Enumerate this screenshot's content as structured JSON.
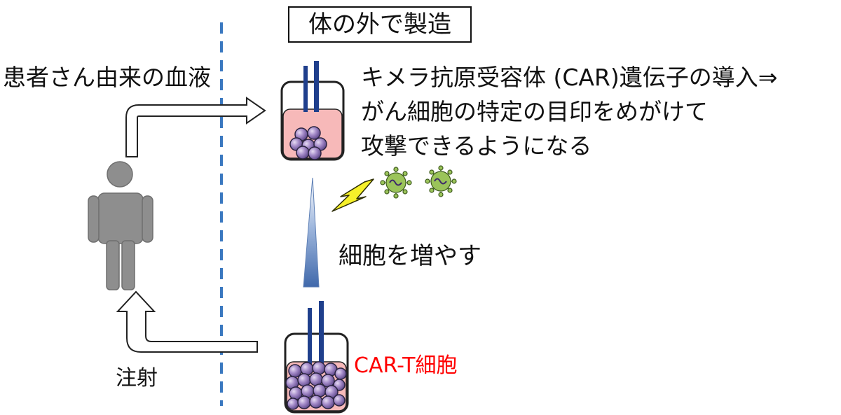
{
  "title": "体の外で製造",
  "patient_blood_label": "患者さん由来の血液",
  "description_lines": [
    "キメラ抗原受容体 (CAR)遺伝子の導入⇒",
    "がん細胞の特定の目印をめがけて",
    "攻撃できるようになる"
  ],
  "expand_label": "細胞を増やす",
  "cart_label": "CAR-T細胞",
  "injection_label": "注射",
  "icons": [
    "person-icon",
    "lightning-icon",
    "virus-icon",
    "tube-icon",
    "cell-icon"
  ],
  "colors": {
    "cart_label": "#ff0000",
    "divider": "#3a78c0",
    "tube_liquid": "#f7b9b9",
    "pipette": "#1f3f8c",
    "cell": "#8f72b8",
    "person": "#8e8e8e",
    "lightning": "#f6f02a",
    "virus": "#9bc45a"
  }
}
